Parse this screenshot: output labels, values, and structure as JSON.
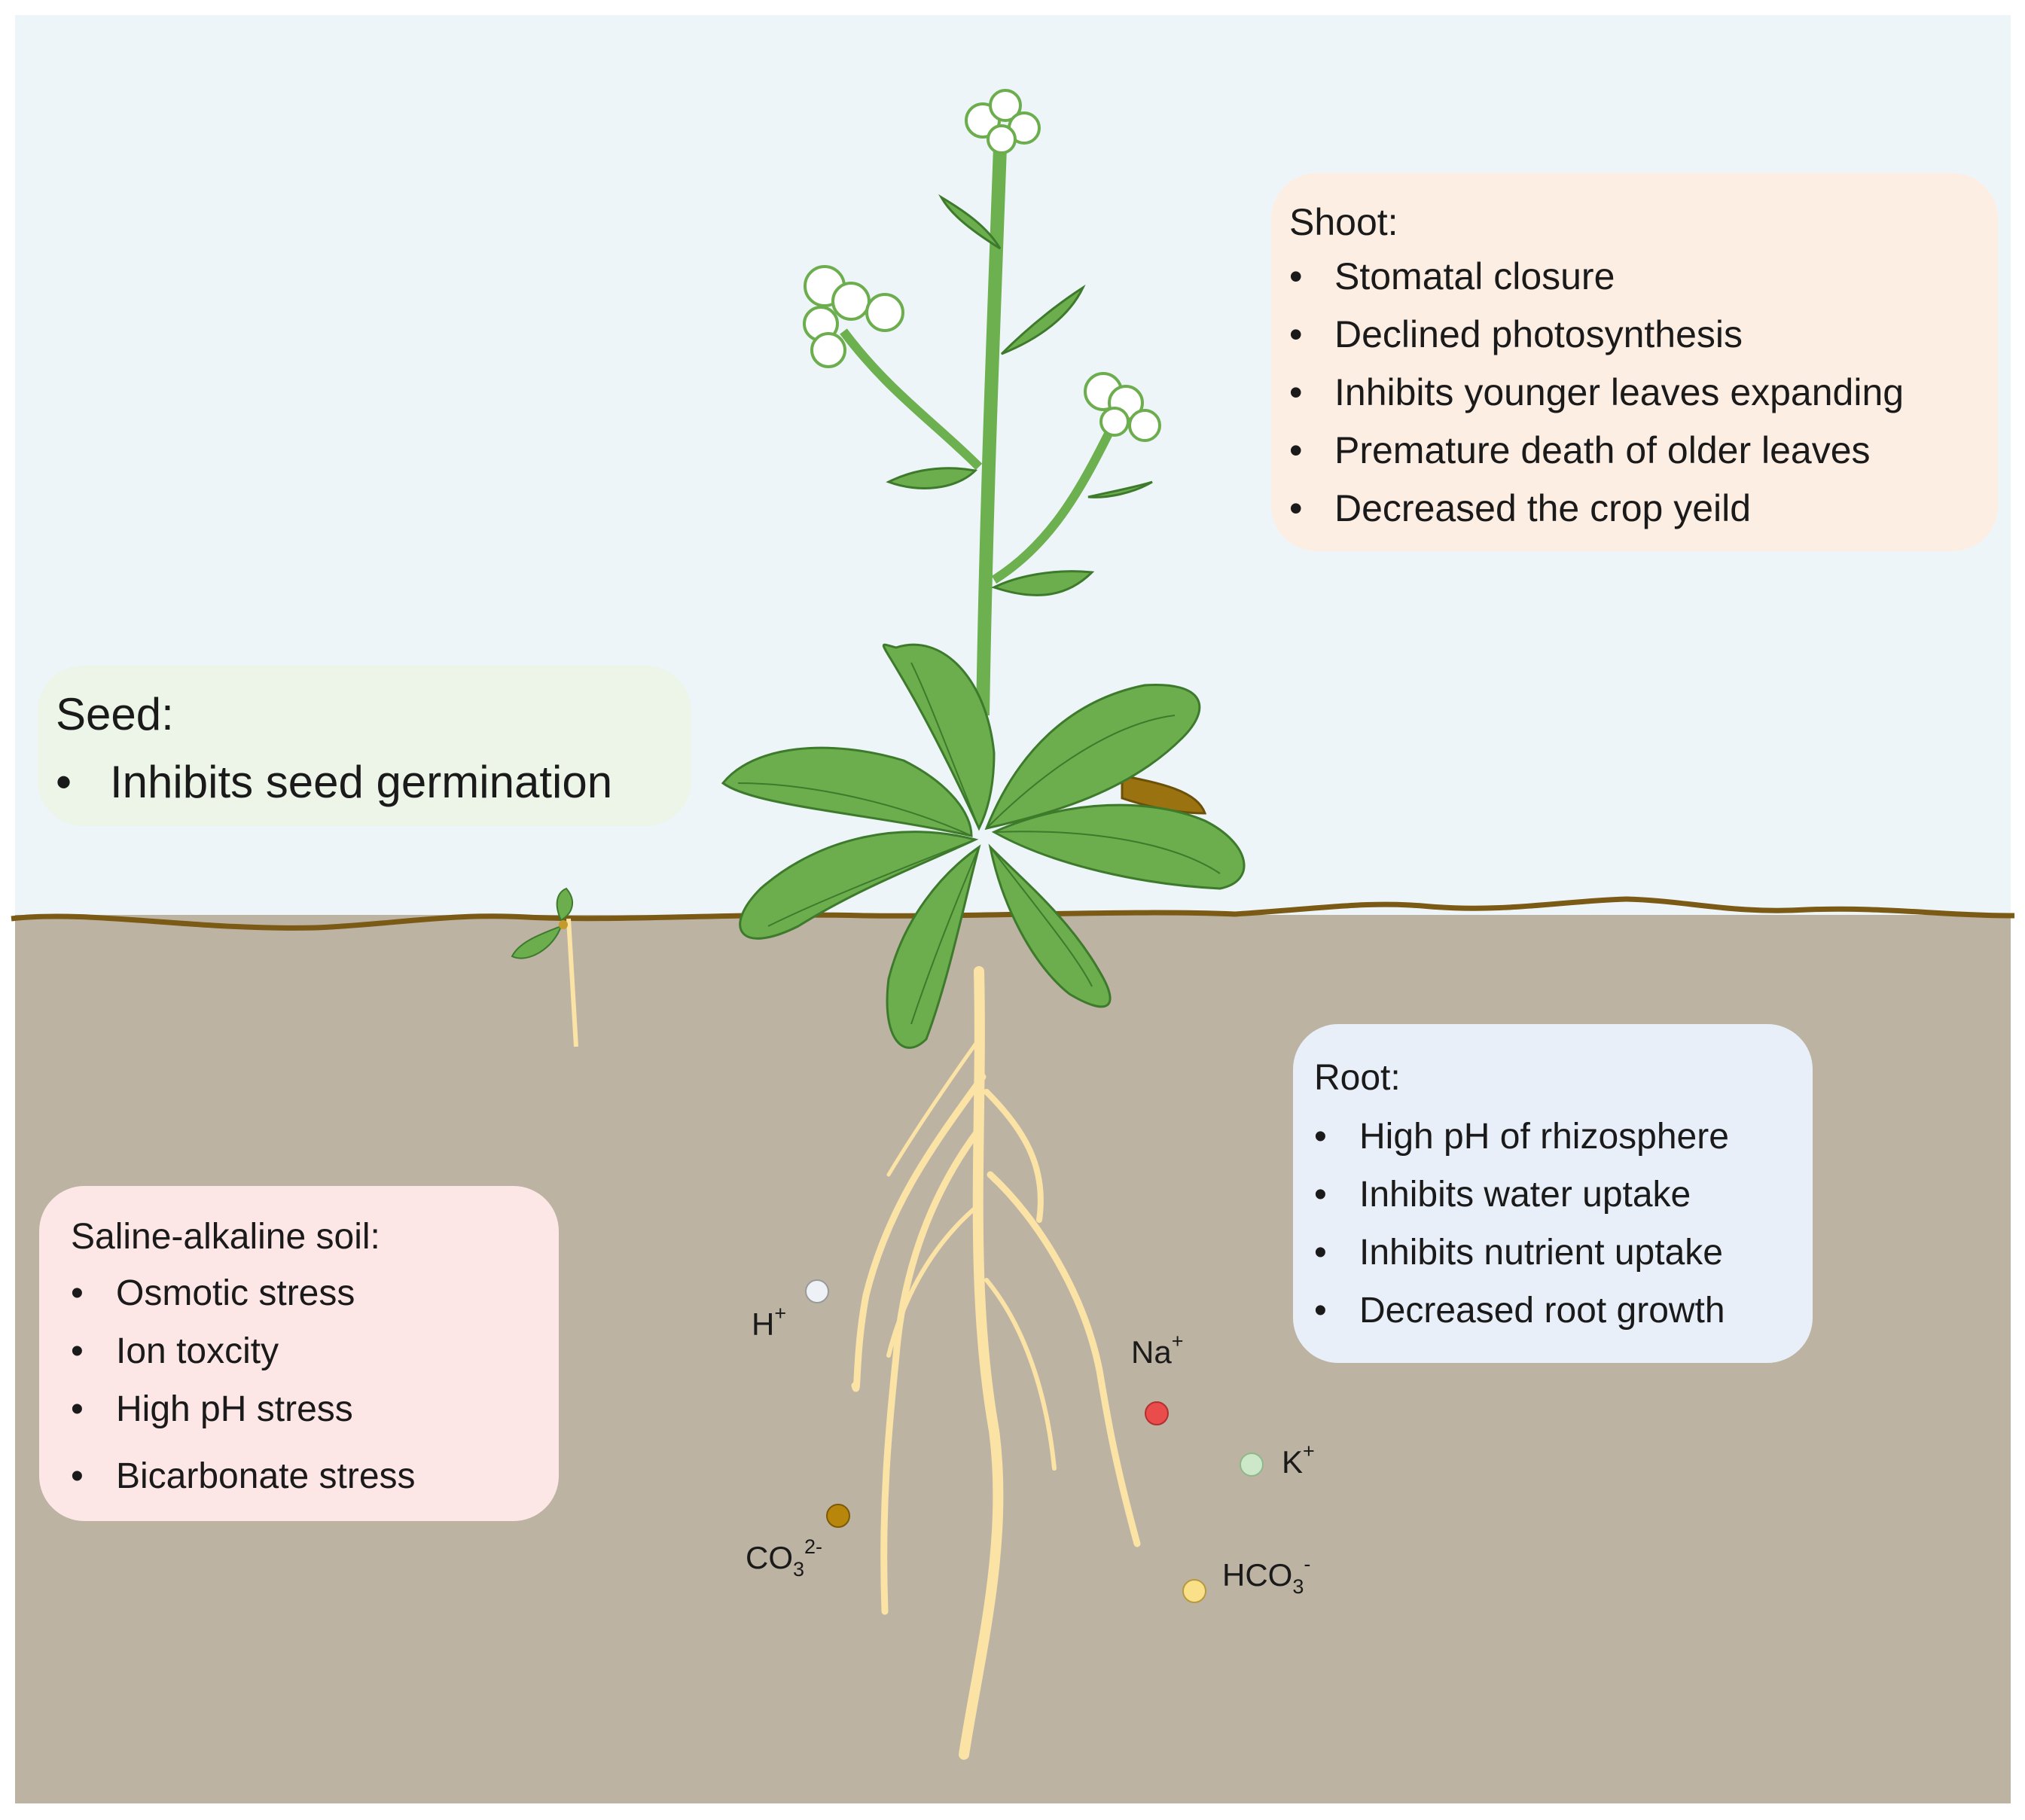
{
  "colors": {
    "sky": "#eef5f9",
    "soil": "#bdb3a3",
    "ground_line": "#7a5a14",
    "leaf": "#6cae4e",
    "leaf_edge": "#3d7a2b",
    "stem": "#6db04f",
    "root": "#fbe3a5",
    "shoot_box": "#fdeee4",
    "seed_box": "#ecf5e8",
    "soil_box": "#fde6e6",
    "root_box": "#e9eff8"
  },
  "shoot": {
    "title": "Shoot:",
    "items": [
      "Stomatal closure",
      "Declined photosynthesis",
      "Inhibits younger leaves expanding",
      "Premature death of older leaves",
      "Decreased the crop yeild"
    ]
  },
  "seed": {
    "title": "Seed:",
    "items": [
      "Inhibits seed germination"
    ]
  },
  "soil": {
    "title": "Saline-alkaline soil:",
    "items": [
      "Osmotic stress",
      "Ion toxcity",
      "High pH stress",
      "Bicarbonate stress"
    ]
  },
  "root": {
    "title": "Root:",
    "items": [
      "High pH of rhizosphere",
      "Inhibits water uptake",
      "Inhibits nutrient uptake",
      "Decreased root growth"
    ]
  },
  "bullet": "•",
  "ions": {
    "h": {
      "base": "H",
      "sup": "+",
      "color": "#eef2f6"
    },
    "na": {
      "base": "Na",
      "sup": "+",
      "color": "#ea4b4b"
    },
    "k": {
      "base": "K",
      "sup": "+",
      "color": "#cde8c8"
    },
    "co3": {
      "base": "CO",
      "sub": "3",
      "sup": "2-",
      "color": "#b8860b"
    },
    "hco3": {
      "base": "HCO",
      "sub": "3",
      "sup": "-",
      "color": "#fbe08a"
    }
  }
}
